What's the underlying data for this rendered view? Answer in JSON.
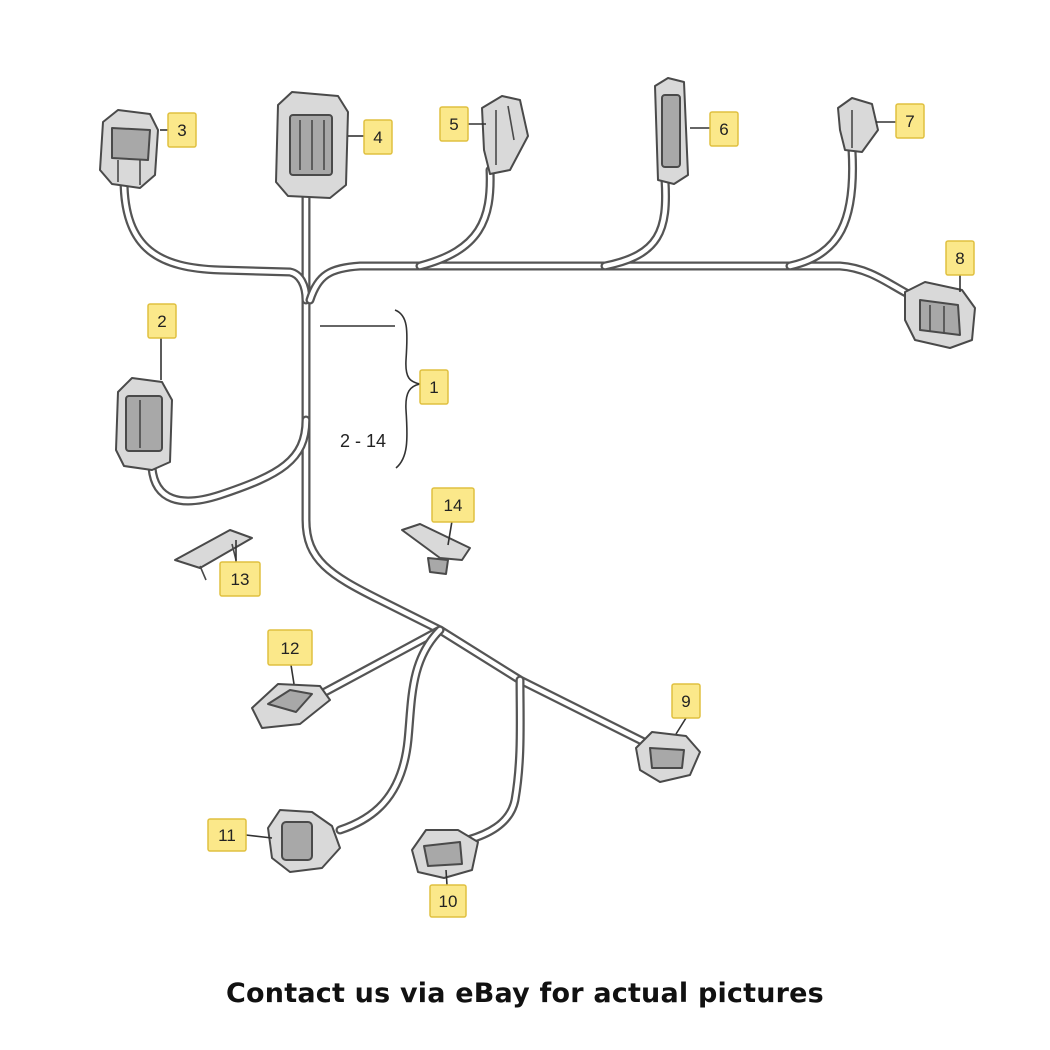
{
  "diagram": {
    "callouts": {
      "c1": "1",
      "c2": "2",
      "c3": "3",
      "c4": "4",
      "c5": "5",
      "c6": "6",
      "c7": "7",
      "c8": "8",
      "c9": "9",
      "c10": "10",
      "c11": "11",
      "c12": "12",
      "c13": "13",
      "c14": "14"
    },
    "range_label": "2 - 14"
  },
  "caption": "Contact us via eBay for actual pictures",
  "colors": {
    "tag_fill": "#fbe88a",
    "wire": "#555555"
  }
}
